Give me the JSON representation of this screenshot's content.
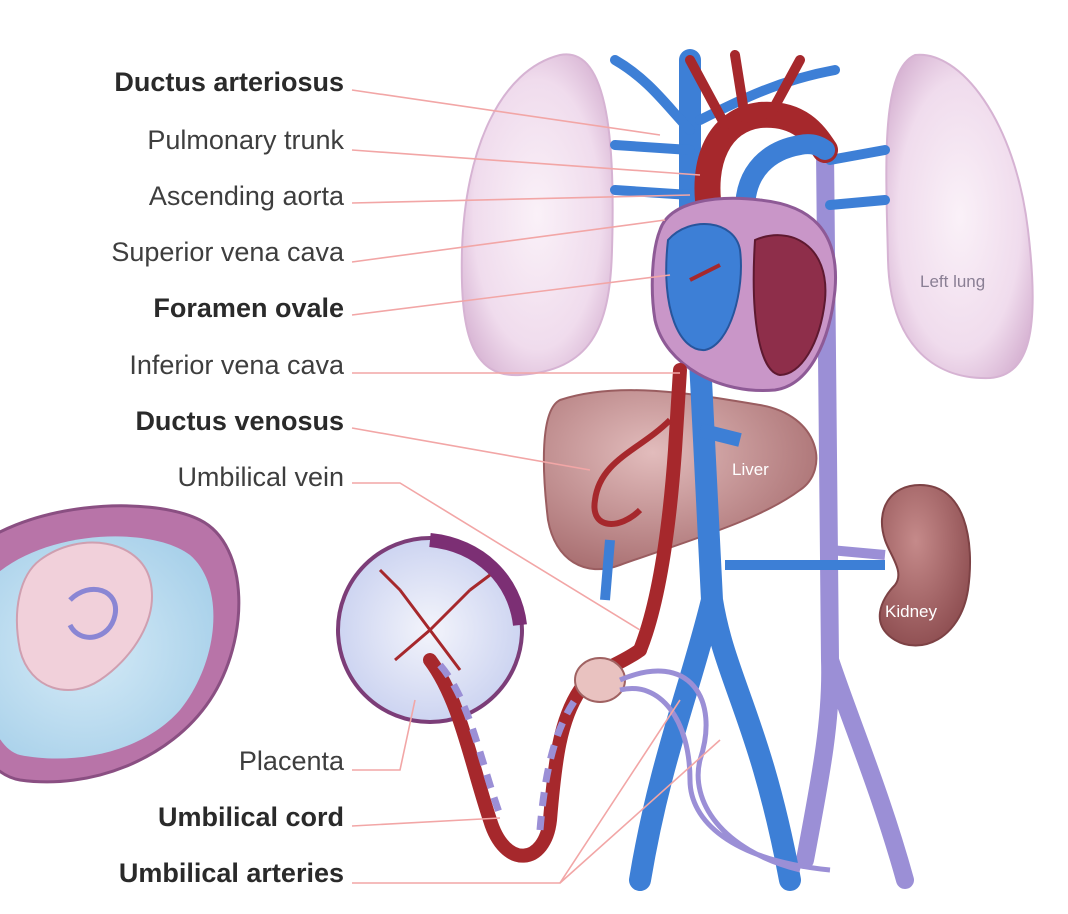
{
  "labels": [
    {
      "text": "Ductus arteriosus",
      "bold": true
    },
    {
      "text": "Pulmonary trunk",
      "bold": false
    },
    {
      "text": "Ascending aorta",
      "bold": false
    },
    {
      "text": "Superior vena cava",
      "bold": false
    },
    {
      "text": "Foramen ovale",
      "bold": true
    },
    {
      "text": "Inferior vena cava",
      "bold": false
    },
    {
      "text": "Ductus venosus",
      "bold": true
    },
    {
      "text": "Umbilical vein",
      "bold": false
    },
    {
      "text": "Placenta",
      "bold": false
    },
    {
      "text": "Umbilical cord",
      "bold": true
    },
    {
      "text": "Umbilical arteries",
      "bold": true
    }
  ],
  "organs": {
    "left_lung": "Left lung",
    "liver": "Liver",
    "kidney": "Kidney"
  },
  "colors": {
    "vein_blue": "#3d7fd6",
    "artery_red": "#a6282c",
    "mixed_purple": "#9b8fd6",
    "lung_pink": "#f1ddee",
    "liver_brown": "#b87c7c",
    "kidney_brown": "#9c5a5c",
    "leader_line": "#f2a6a6"
  }
}
